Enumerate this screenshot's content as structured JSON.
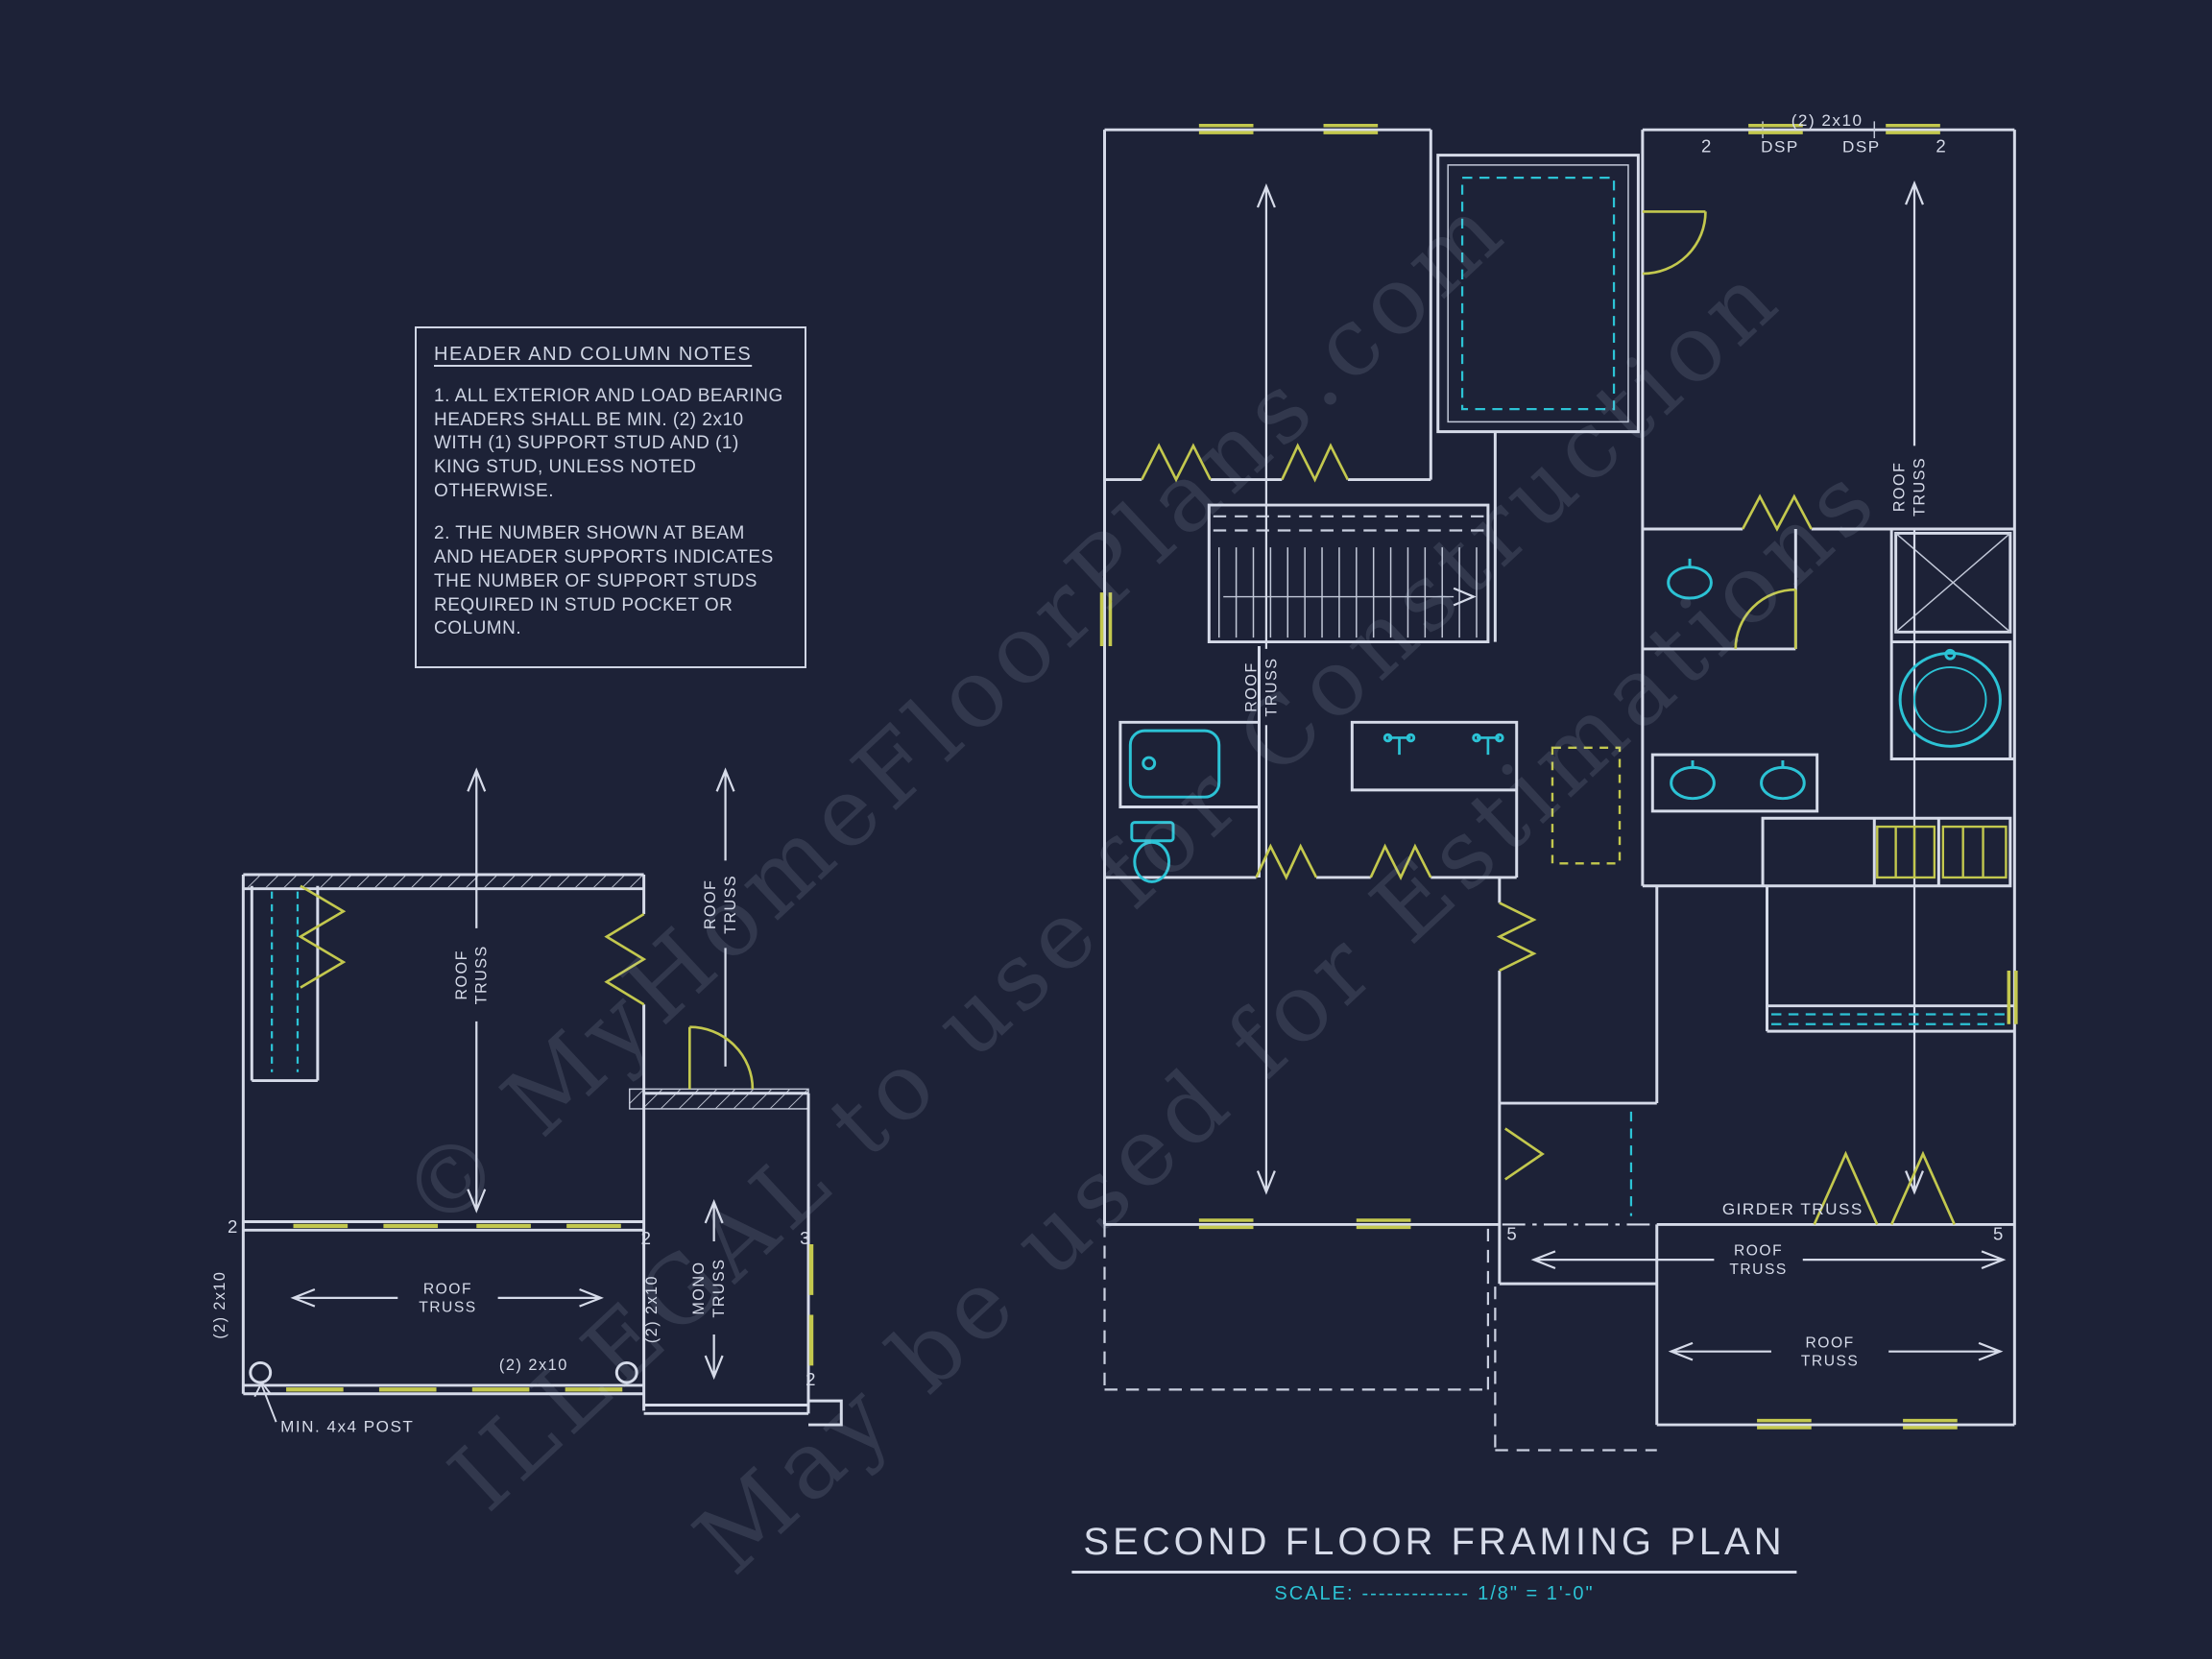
{
  "colors": {
    "background": "#1d2237",
    "line": "#d6dbe9",
    "fixture_cyan": "#2cc3d5",
    "header_yellow": "#c3c84e",
    "watermark": "#c3cde8"
  },
  "notes_box": {
    "title": "HEADER AND COLUMN NOTES",
    "paragraphs": [
      "1. ALL EXTERIOR AND LOAD BEARING HEADERS SHALL BE MIN. (2) 2x10 WITH (1) SUPPORT STUD AND (1) KING STUD, UNLESS NOTED OTHERWISE.",
      "2. THE NUMBER SHOWN AT BEAM AND HEADER SUPPORTS INDICATES THE NUMBER OF SUPPORT STUDS REQUIRED IN STUD POCKET OR COLUMN."
    ]
  },
  "title_block": {
    "title": "SECOND FLOOR FRAMING PLAN",
    "scale_label": "SCALE:",
    "scale_dashes": "-------------",
    "scale_value": "1/8\" = 1'-0\""
  },
  "watermarks": {
    "line1": "© MyHomeFloorPlans.com",
    "line2": "ILLEGAL to use for Construction",
    "line3": "May be used for Estimations"
  },
  "labels": {
    "roof": "ROOF",
    "truss": "TRUSS",
    "mono": "MONO",
    "girder_truss": "GIRDER TRUSS",
    "header_2x10": "(2) 2x10",
    "dsp": "DSP",
    "min_post": "MIN. 4x4 POST"
  },
  "stud_numbers": {
    "two": "2",
    "three": "3",
    "five": "5"
  }
}
